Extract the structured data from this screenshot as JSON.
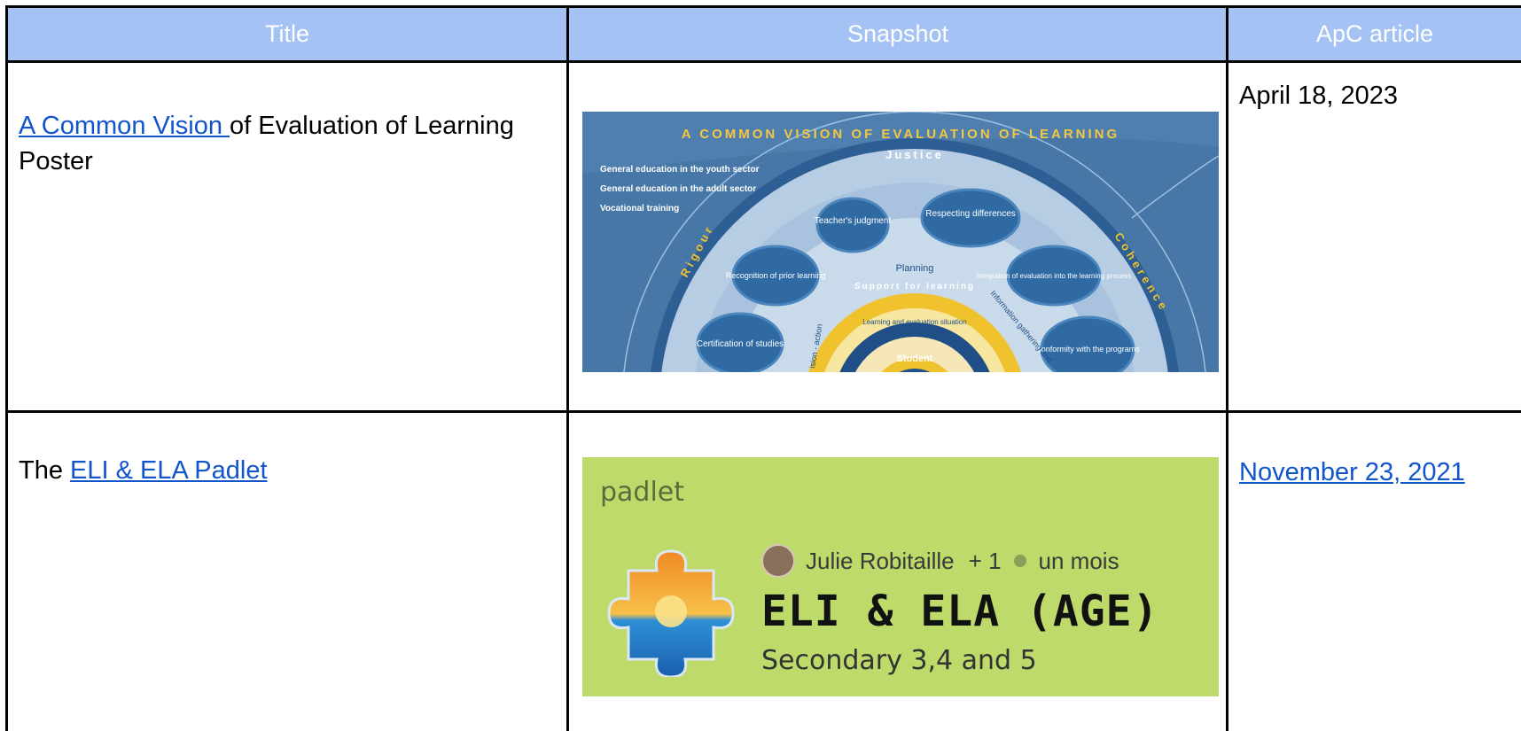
{
  "table": {
    "headers": [
      "Title",
      "Snapshot",
      "ApC article"
    ],
    "rows": [
      {
        "title_link": "A Common Vision ",
        "title_rest": "of Evaluation of Learning Poster",
        "date": "April 18, 2023",
        "snapshot": {
          "heading": "A COMMON VISION OF EVALUATION OF LEARNING",
          "list": [
            "General education in the youth sector",
            "General education in the adult sector",
            "Vocational training"
          ],
          "justice": "Justice",
          "rigour": "Rigour",
          "coherence": "Coherence",
          "bubbles": [
            "Teacher's judgment",
            "Respecting differences",
            "Recognition of prior learning",
            "Integration of evaluation into the learning process",
            "Certification of studies",
            "Conformity with the programs"
          ],
          "ring_labels": [
            "Planning",
            "Support for learning",
            "Information gathering and",
            "Learning and evaluation situation",
            "Student",
            "ision - action"
          ]
        }
      },
      {
        "title_prefix": "The ",
        "title_link": "ELI & ELA Padlet",
        "date": "November 23, 2021",
        "snapshot": {
          "logo": "padlet",
          "author": "Julie Robitaille",
          "plus": "+ 1",
          "time": "un mois",
          "board_title": "ELI & ELA (AGE)",
          "board_subtitle": "Secondary 3,4 and 5"
        }
      }
    ]
  },
  "colors": {
    "header_bg": "#a4c2f4",
    "link": "#1155cc",
    "poster_bg": "#4677a6",
    "padlet_bg": "#bdda6a"
  }
}
